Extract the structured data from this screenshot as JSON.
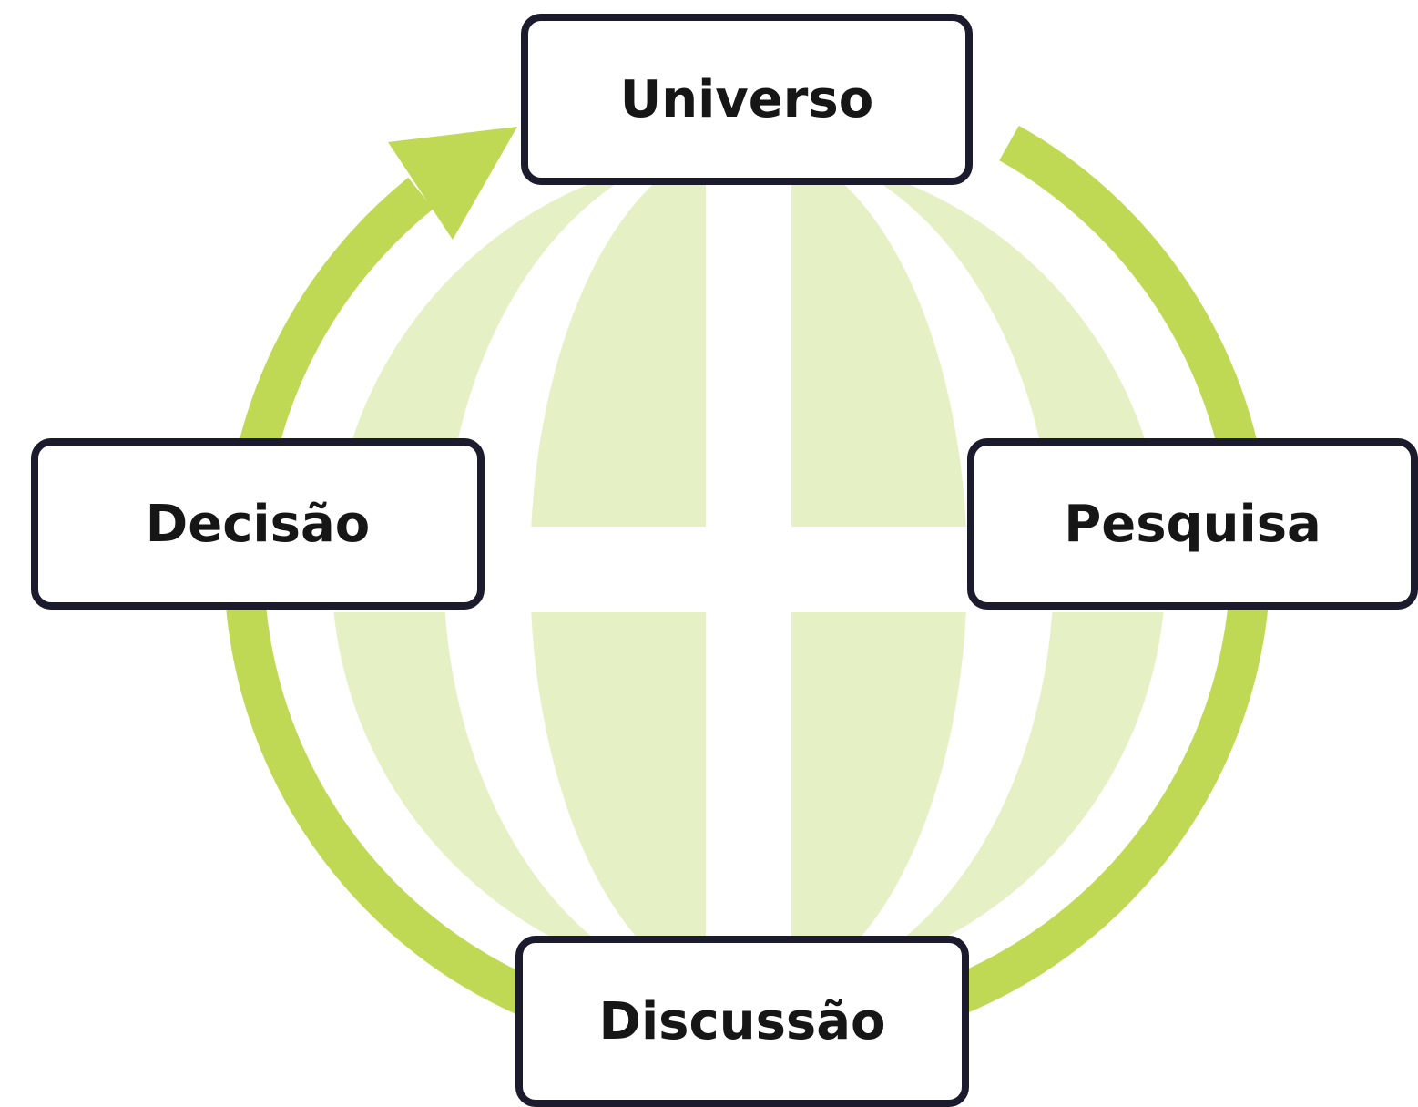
{
  "colors": {
    "accent": "#c0d955",
    "globe_fill": "#e5f0c4",
    "box_border": "#1c1b2e",
    "text": "#161616",
    "background": "#ffffff"
  },
  "icons": {
    "globe": "globe-icon",
    "cycle_arrow": "cycle-arrow-icon"
  },
  "nodes": {
    "universo": {
      "label": "Universo"
    },
    "pesquisa": {
      "label": "Pesquisa"
    },
    "discussao": {
      "label": "Discussão"
    },
    "decisao": {
      "label": "Decisão"
    }
  }
}
